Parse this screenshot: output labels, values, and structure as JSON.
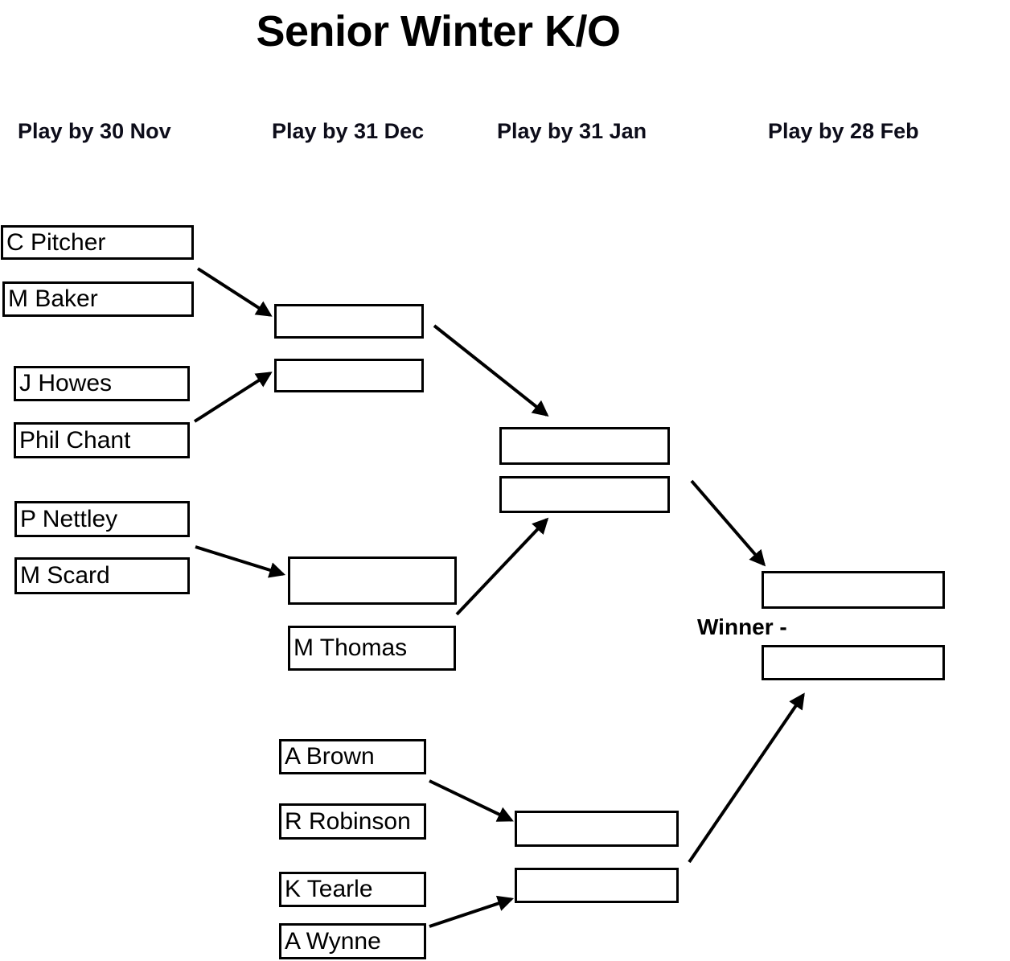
{
  "title": "Senior Winter K/O",
  "winner_label": "Winner -",
  "rounds": [
    {
      "header": "Play by 30 Nov"
    },
    {
      "header": "Play by 31 Dec"
    },
    {
      "header": "Play by 31 Jan"
    },
    {
      "header": "Play by 28 Feb"
    }
  ],
  "round1": [
    {
      "name": "C Pitcher"
    },
    {
      "name": "M Baker"
    },
    {
      "name": "J Howes"
    },
    {
      "name": "Phil Chant"
    },
    {
      "name": "P Nettley"
    },
    {
      "name": "M Scard"
    },
    {
      "name": "A Brown"
    },
    {
      "name": "R Robinson"
    },
    {
      "name": "K Tearle"
    },
    {
      "name": "A Wynne"
    }
  ],
  "round2": [
    {
      "name": ""
    },
    {
      "name": ""
    },
    {
      "name": ""
    },
    {
      "name": "M Thomas"
    },
    {
      "name": ""
    },
    {
      "name": ""
    }
  ],
  "round3": [
    {
      "name": ""
    },
    {
      "name": ""
    }
  ],
  "round4": [
    {
      "name": ""
    },
    {
      "name": ""
    }
  ]
}
